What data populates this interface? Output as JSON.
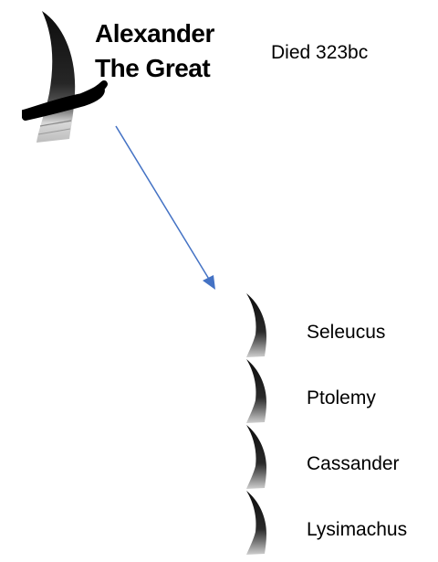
{
  "root": {
    "name_line1": "Alexander",
    "name_line2": "The Great",
    "note": "Died 323bc",
    "icon": "horn-icon"
  },
  "heirs": [
    {
      "name": "Seleucus",
      "icon": "horn-icon"
    },
    {
      "name": "Ptolemy",
      "icon": "horn-icon"
    },
    {
      "name": "Cassander",
      "icon": "horn-icon"
    },
    {
      "name": "Lysimachus",
      "icon": "horn-icon"
    }
  ],
  "colors": {
    "arrow": "#4472C4",
    "horn_dark": "#151515",
    "horn_light": "#cfcfcf"
  }
}
